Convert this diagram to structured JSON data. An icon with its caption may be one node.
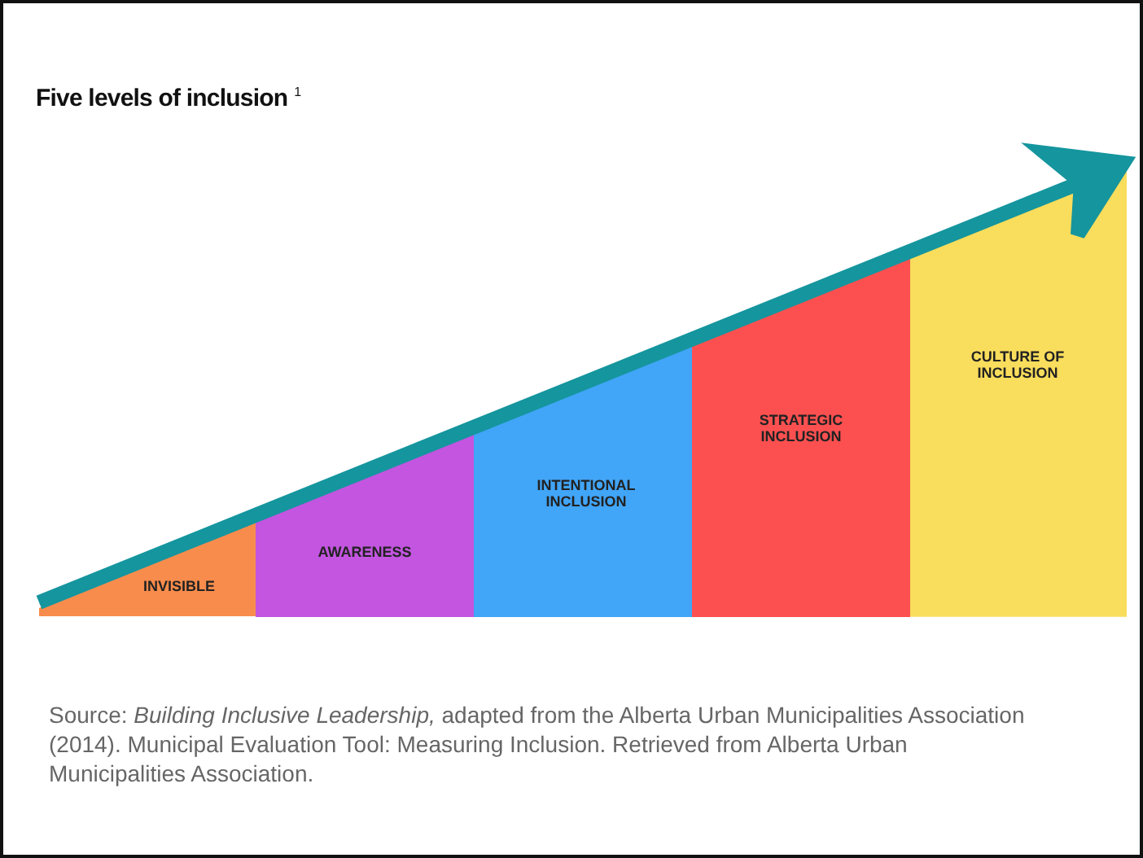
{
  "diagram": {
    "title": "Five levels of inclusion$^{1}$",
    "caption": "Source: *Building Inclusive Leadership,* adapted from the Alberta Urban Municipalities Association (2014). Municipal Evaluation Tool: Measuring Inclusion. Retrieved from Alberta Urban Municipalities Association.",
    "nodes": [
      {
        "text": [
          "INVISIBLE"
        ]
      },
      {
        "text": [
          "AWARENESS"
        ]
      },
      {
        "text": [
          "INTENTIONAL INCLUSION"
        ]
      },
      {
        "text": [
          "STRATEGIC INCLUSION"
        ]
      },
      {
        "text": [
          "CULTURE OF INCLUSION"
        ]
      }
    ],
    "edges": []
  }
}
